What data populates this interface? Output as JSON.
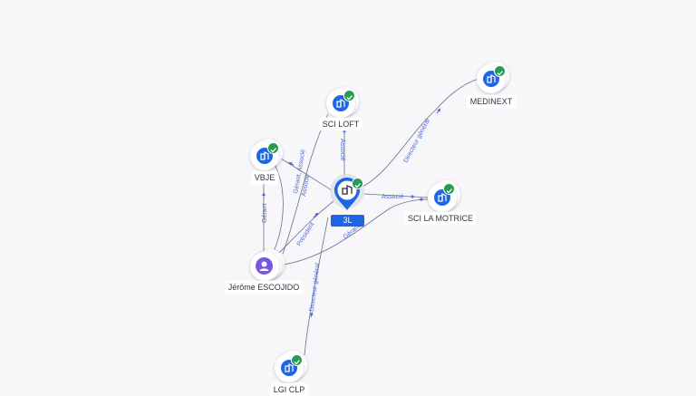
{
  "nodes": {
    "center": {
      "label": "3L"
    },
    "sci_loft": {
      "label": "SCI LOFT"
    },
    "medinext": {
      "label": "MEDINEXT"
    },
    "vbje": {
      "label": "VBJE"
    },
    "sci_la_motrice": {
      "label": "SCI LA MOTRICE"
    },
    "jerome": {
      "label": "Jérôme ESCOJIDO"
    },
    "lgi_clp": {
      "label": "LGI CLP"
    }
  },
  "edges": {
    "associe_loft": "Associé",
    "directeur_general_medinext": "Directeur général",
    "gerant_associe_vbje": "Gérant, Associé",
    "associe_vbje": "Associé",
    "associe_motrice": "Associé",
    "gerant_motrice": "Gérant",
    "president_center": "Président",
    "gerant_vbje": "Gérant",
    "directeur_general_lgi": "Directeur général"
  },
  "colors": {
    "company": "#1f66e5",
    "verified": "#2a9a53",
    "person": "#7a56e0",
    "edge": "#6b6f8f",
    "edge_label": "#4d6bd9"
  },
  "icons": {
    "company": "building-icon",
    "verified": "check-icon",
    "person": "user-icon",
    "center": "map-pin-icon"
  }
}
